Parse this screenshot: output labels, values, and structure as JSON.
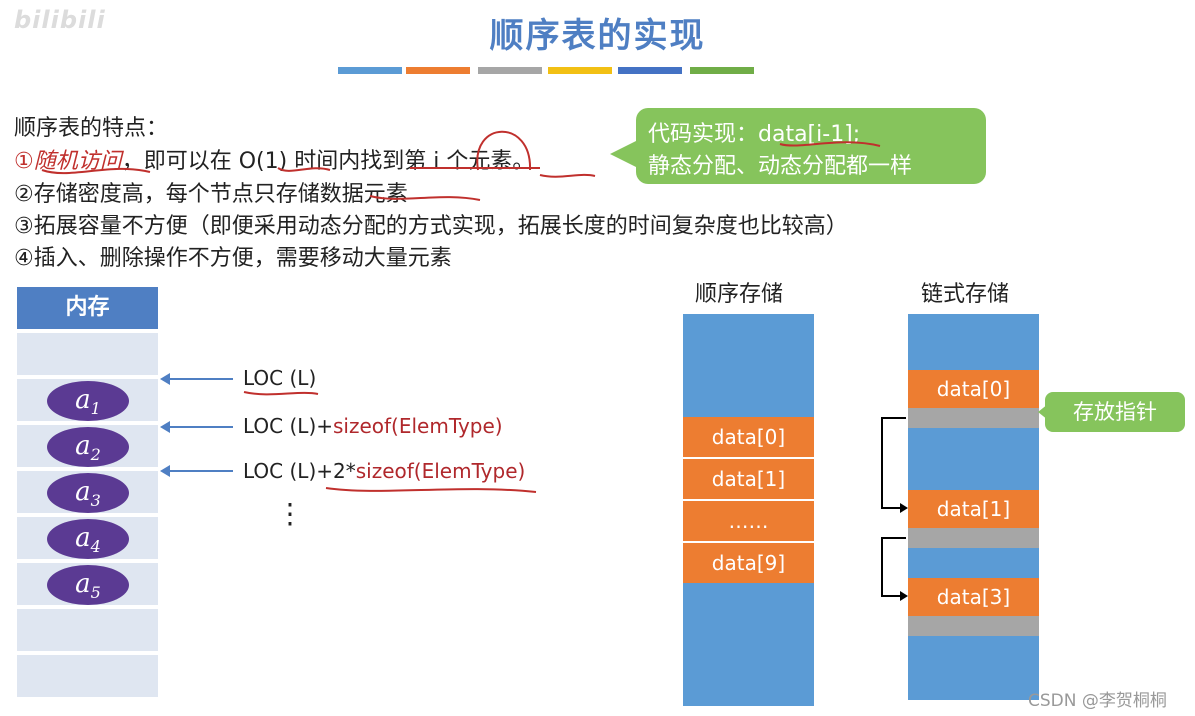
{
  "watermark": "bilibili",
  "title": "顺序表的实现",
  "colors": {
    "title": "#4f7fc3",
    "accent_bars": [
      "#5b9bd5",
      "#ed7d31",
      "#a6a6a6",
      "#f2c014",
      "#4472c4",
      "#70ad47"
    ],
    "callout": "#86c45c",
    "orange_cell": "#ed7d31",
    "blue_column": "#5b9bd5",
    "handwriting_red": "#c0302d"
  },
  "features": {
    "heading": "顺序表的特点：",
    "item1_num": "①",
    "item1_key": "随机访问",
    "item1_rest": "，即可以在 O(1) 时间内找到第 i 个元素。",
    "item2": "②存储密度高，每个节点只存储数据元素",
    "item3": "③拓展容量不方便（即便采用动态分配的方式实现，拓展长度的时间复杂度也比较高）",
    "item4": "④插入、删除操作不方便，需要移动大量元素"
  },
  "callout": {
    "line1": "代码实现：data[i-1];",
    "line2": "静态分配、动态分配都一样"
  },
  "memory": {
    "header": "内存",
    "elements": [
      "a",
      "a",
      "a",
      "a",
      "a"
    ],
    "subscripts": [
      "1",
      "2",
      "3",
      "4",
      "5"
    ]
  },
  "addresses": {
    "loc0": "LOC (L)",
    "loc1_prefix": "LOC (L)+",
    "loc1_red": "sizeof(ElemType)",
    "loc2_prefix": "LOC (L)+2*",
    "loc2_red": "sizeof(ElemType)",
    "ellipsis": "⋮"
  },
  "sequential": {
    "header": "顺序存储",
    "cells": [
      "data[0]",
      "data[1]",
      "……",
      "data[9]"
    ]
  },
  "linked": {
    "header": "链式存储",
    "cells": [
      "data[0]",
      "data[1]",
      "data[3]"
    ],
    "pointer_label": "存放指针"
  },
  "footer": "CSDN @李贺桐桐"
}
